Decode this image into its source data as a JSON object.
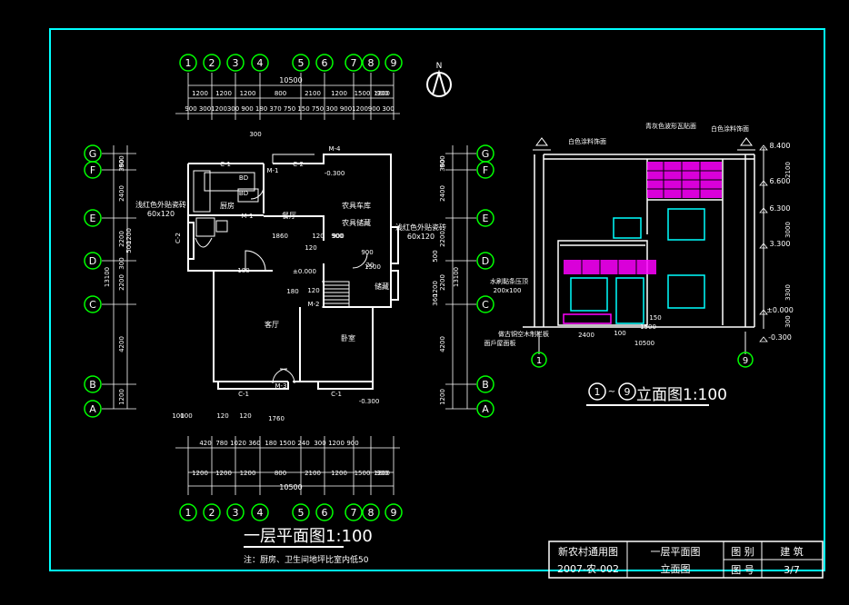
{
  "drawing": {
    "north_label": "N",
    "plan_title": "一层平面图1:100",
    "plan_note": "注：厨房、卫生间地坪比室内低50",
    "elevation_title_prefix": "①~⑨",
    "elevation_title": "立面图1:100",
    "axis_labels_x": [
      "1",
      "2",
      "3",
      "4",
      "5",
      "6",
      "7",
      "8",
      "9"
    ],
    "axis_labels_y": [
      "G",
      "F",
      "E",
      "D",
      "C",
      "B",
      "A"
    ],
    "plan_dims_top_total": "10500",
    "plan_dims_top_row": [
      "1200",
      "1200",
      "1200",
      "800",
      "2100",
      "1200",
      "1500",
      "900",
      "1200"
    ],
    "plan_dims_top_row2": [
      "900",
      "300",
      "1200",
      "300",
      "900",
      "180",
      "370",
      "750",
      "150",
      "750",
      "300",
      "900",
      "1200",
      "900",
      "300"
    ],
    "plan_dims_bottom_total": "10500",
    "plan_dims_bottom_row": [
      "1200",
      "1200",
      "1200",
      "800",
      "2100",
      "1200",
      "1500",
      "900",
      "1200"
    ],
    "plan_dims_bottom_row2": [
      "420",
      "780",
      "1020",
      "360",
      "180",
      "1500",
      "240",
      "300",
      "1200",
      "900"
    ],
    "plan_dims_left": [
      "900",
      "360",
      "2400",
      "2200",
      "1200",
      "500",
      "300",
      "2200",
      "4200",
      "1200"
    ],
    "plan_dims_left_total": "13100",
    "plan_dims_right": [
      "900",
      "360",
      "2400",
      "2200",
      "500",
      "1200",
      "360",
      "2200",
      "4200",
      "1200"
    ],
    "plan_dims_right_total": "13100",
    "rooms": {
      "kitchen": "厨房",
      "dining": "餐厅",
      "garage": "农具车库",
      "storage": "农具储藏",
      "living": "客厅",
      "bedroom": "卧室",
      "closet": "储藏"
    },
    "door_window_tags": [
      "C-1",
      "C-2",
      "M-1",
      "M-4",
      "M-2",
      "M-3",
      "C-1",
      "C-1",
      "BD",
      "BD",
      "C-2",
      "M-1"
    ],
    "levels_plan": [
      "-0.300",
      "±0.000",
      "-0.300"
    ],
    "plan_notes_small": [
      "浅红色外贴瓷砖",
      "60x120",
      "浅红色外贴瓷砖",
      "60x120"
    ],
    "plan_misc_dims": [
      "1860",
      "120",
      "900",
      "120",
      "180",
      "300",
      "120",
      "1760",
      "100",
      "100",
      "120",
      "180",
      "900",
      "20",
      "1500",
      "120",
      "900"
    ],
    "elevation_labels": [
      "白色涂料饰面",
      "青灰色波形瓦贴面",
      "白色涂料饰面",
      "水刷黏条压顶",
      "200x100",
      "做古铜空木制栏板",
      "面戶屋面板"
    ],
    "elevation_levels": [
      "8.400",
      "6.600",
      "6.300",
      "3.300",
      "±0.000",
      "-0.300"
    ],
    "elevation_dims_right": [
      "2100",
      "3000",
      "3300",
      "300"
    ],
    "elevation_dims_bottom": [
      "2400",
      "100",
      "10500",
      "1500",
      "150"
    ],
    "elevation_axes": [
      "1",
      "9"
    ],
    "title_block": {
      "left_top": "新农村通用图",
      "left_bottom": "2007-农-002",
      "mid_top": "一层平面图",
      "mid_bottom": "立面图",
      "label_category": "图 别",
      "value_category": "建 筑",
      "label_number": "图 号",
      "value_number": "3/7"
    }
  },
  "colors": {
    "frame": "#00ffff",
    "axis": "#00ff00",
    "wall": "#ffffff",
    "dim": "#ffffff",
    "cyan": "#00ffff",
    "green": "#00ff00",
    "magenta": "#ff00ff",
    "text": "#ffffff"
  }
}
